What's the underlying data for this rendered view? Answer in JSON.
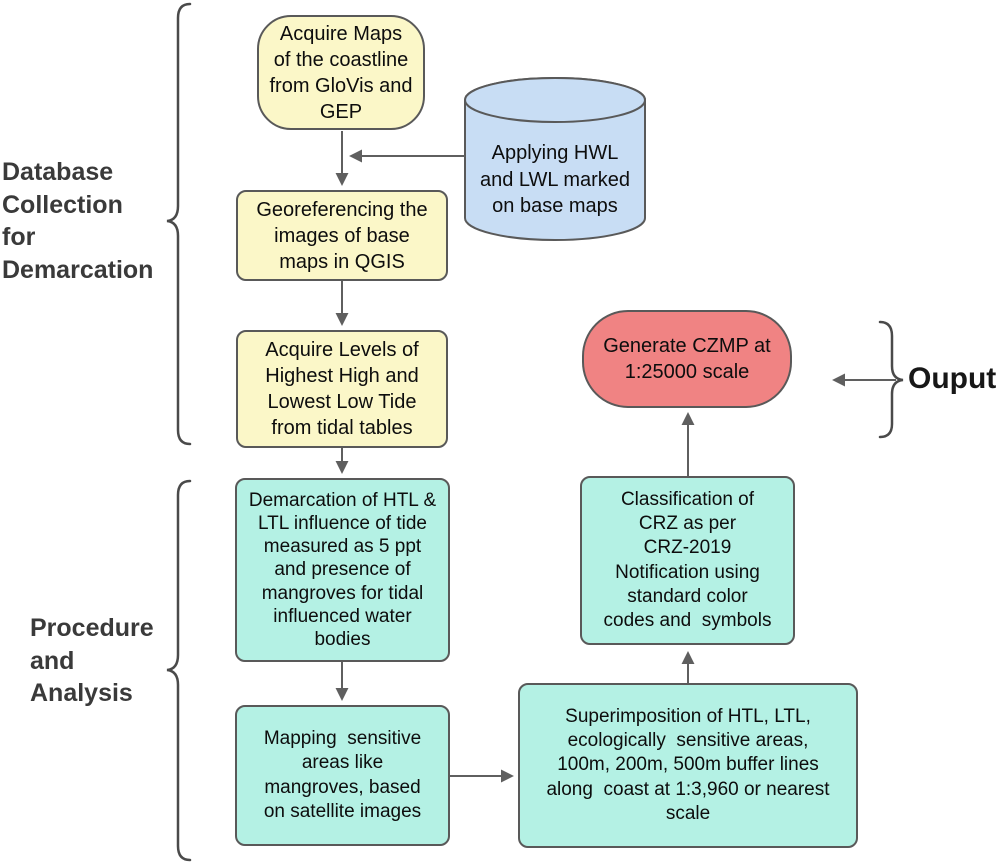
{
  "labels": {
    "database_section": "Database\nCollection\nfor\nDemarcation",
    "procedure_section": "Procedure\nand\nAnalysis",
    "output_section": "Ouput"
  },
  "nodes": {
    "acquire_maps": "Acquire Maps\nof the coastline\nfrom GloVis and\nGEP",
    "applying_hwl": "Applying HWL\nand LWL marked\non base maps",
    "georeferencing": "Georeferencing the\nimages of base\nmaps in QGIS",
    "acquire_levels": "Acquire Levels of\nHighest High and\nLowest Low Tide\nfrom tidal tables",
    "demarcation": "Demarcation of HTL &\nLTL influence of tide\nmeasured as 5 ppt\nand presence of\nmangroves for tidal\ninfluenced water\nbodies",
    "mapping": "Mapping  sensitive\nareas like\nmangroves, based\non satellite images",
    "superimposition": "Superimposition of HTL, LTL,\necologically  sensitive areas,\n100m, 200m, 500m buffer lines\nalong  coast at 1:3,960 or nearest\nscale",
    "classification": "Classification of\nCRZ as per\nCRZ-2019\nNotification using\nstandard color\ncodes and  symbols",
    "generate_czmp": "Generate CZMP at\n1:25000 scale"
  },
  "colors": {
    "process_yellow": "#FBF7C8",
    "data_blue": "#C8DDF4",
    "analysis_teal": "#B4F1E4",
    "output_red": "#F08383",
    "border_gray": "#595959",
    "arrow_gray": "#5F5F5F",
    "label_gray": "#3A3A3A",
    "output_label_color": "#171717",
    "text_black": "#0D0D0D"
  }
}
